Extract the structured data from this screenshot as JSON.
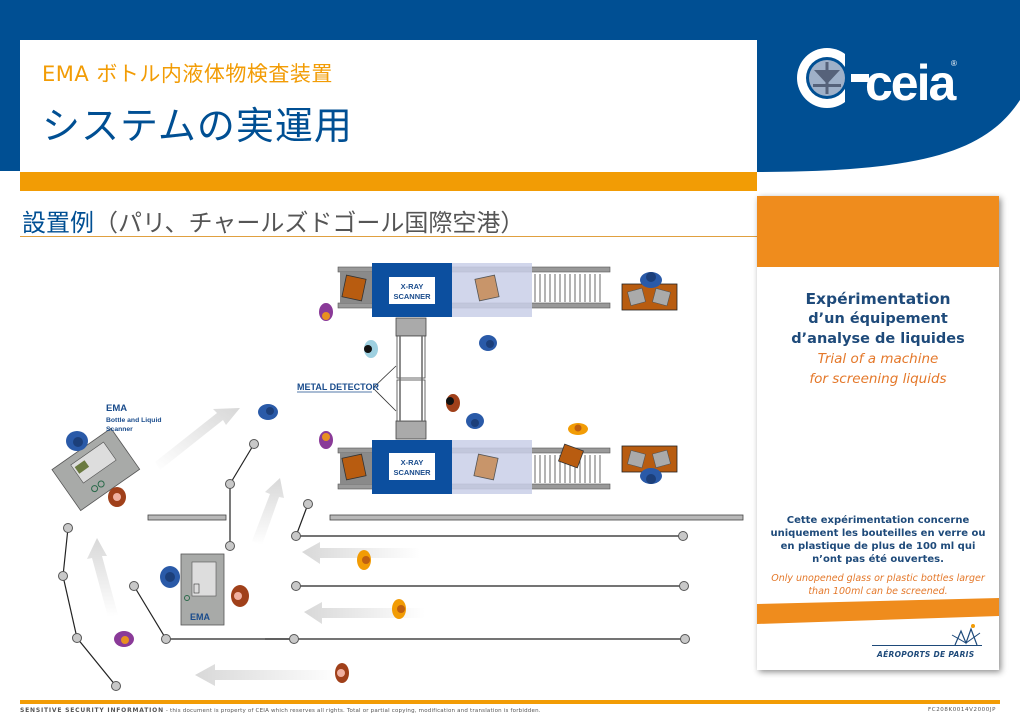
{
  "header": {
    "subtitle": "EMA ボトル内液体物検査装置",
    "title": "システムの実運用",
    "brand": "ceia",
    "brand_mark": "®"
  },
  "section": {
    "heading_main": "設置例",
    "heading_detail": "（パリ、チャールズドゴール国際空港）"
  },
  "diagram": {
    "labels": {
      "xray_top_line1": "X-RAY",
      "xray_top_line2": "SCANNER",
      "xray_bottom_line1": "X-RAY",
      "xray_bottom_line2": "SCANNER",
      "metal_detector": "METAL DETECTOR",
      "ema_title": "EMA",
      "ema_desc_line1": "Bottle and Liquid",
      "ema_desc_line2": "Scanner",
      "ema_unit": "EMA"
    }
  },
  "poster": {
    "title_line1": "Expérimentation",
    "title_line2": "d’un équipement",
    "title_line3": "d’analyse de liquides",
    "en_line1": "Trial of a machine",
    "en_line2": "for screening liquids",
    "body_fr": "Cette expérimentation concerne uniquement les bouteilles en verre ou en plastique de plus de 100 ml qui n’ont pas été ouvertes.",
    "body_en": "Only unopened glass or plastic bottles larger than 100ml can be screened.",
    "org": "AÉROPORTS DE PARIS"
  },
  "footer": {
    "notice_bold": "SENSITIVE SECURITY INFORMATION",
    "notice_text": " - this document is property of CEIA which reserves all rights. Total or partial copying, modification and translation is forbidden.",
    "doc_code": "FC208K0014V2000JP"
  },
  "colors": {
    "brand_blue": "#004f93",
    "accent_orange": "#f29c05",
    "poster_orange": "#ef8c1d"
  }
}
